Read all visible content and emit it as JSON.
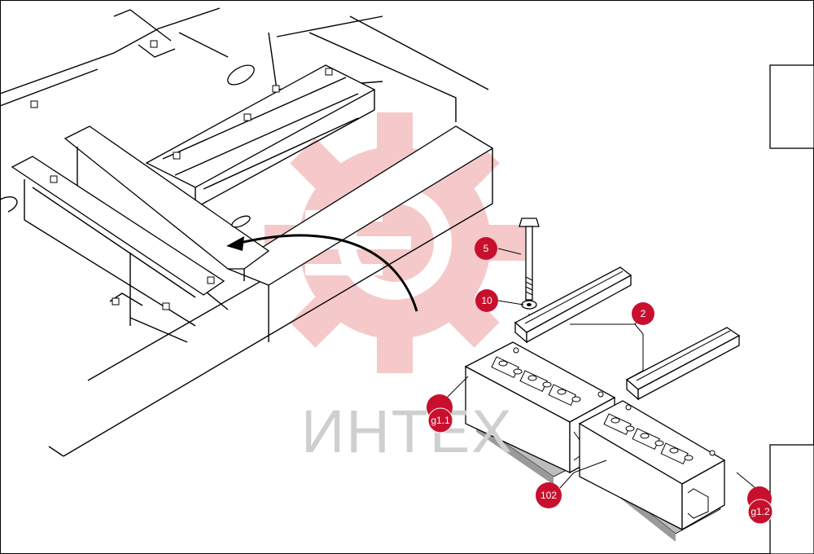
{
  "watermark": {
    "text": "ИНТЕХ",
    "color": "#d6d6d6",
    "gear_color": "#f4c4c4"
  },
  "callouts": [
    {
      "id": "c5",
      "label": "5"
    },
    {
      "id": "c10",
      "label": "10"
    },
    {
      "id": "c2",
      "label": "2"
    },
    {
      "id": "cg11",
      "label": "g1.1"
    },
    {
      "id": "c102",
      "label": "102"
    },
    {
      "id": "cg12",
      "label": "g1.2"
    }
  ],
  "colors": {
    "callout": "#c8102e",
    "line": "#000000"
  }
}
